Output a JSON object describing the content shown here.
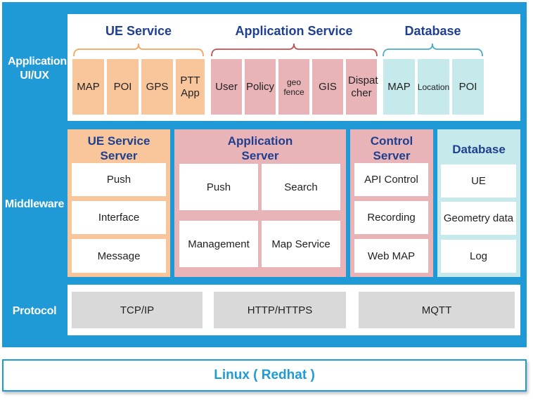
{
  "layers": {
    "application": "Application UI/UX",
    "middleware": "Middleware",
    "protocol": "Protocol"
  },
  "application": {
    "ue_service": {
      "title": "UE Service",
      "items": [
        "MAP",
        "POI",
        "GPS",
        "PTT App"
      ]
    },
    "application_service": {
      "title": "Application Service",
      "items": [
        "User",
        "Policy",
        "geo fence",
        "GIS",
        "Dispat cher"
      ]
    },
    "database": {
      "title": "Database",
      "items": [
        "MAP",
        "Location",
        "POI"
      ]
    }
  },
  "middleware": {
    "ue_service_server": {
      "title": "UE Service Server",
      "items": [
        "Push",
        "Interface",
        "Message"
      ]
    },
    "application_server": {
      "title": "Application Server",
      "items": [
        "Push",
        "Search",
        "Management",
        "Map Service"
      ]
    },
    "control_server": {
      "title": "Control Server",
      "items": [
        "API Control",
        "Recording",
        "Web MAP"
      ]
    },
    "database": {
      "title": "Database",
      "items": [
        "UE",
        "Geometry data",
        "Log"
      ]
    }
  },
  "protocol": {
    "items": [
      "TCP/IP",
      "HTTP/HTTPS",
      "MQTT"
    ]
  },
  "os": {
    "label": "Linux ( Redhat )"
  },
  "colors": {
    "frame": "#1f9ad7",
    "ue_service": "#f5a25d",
    "application_service": "#c0504d",
    "database": "#4bacc6",
    "orange_fill": "#f8c69a",
    "pink_fill": "#e8b4b8",
    "cyan_fill": "#c6e9ec"
  }
}
